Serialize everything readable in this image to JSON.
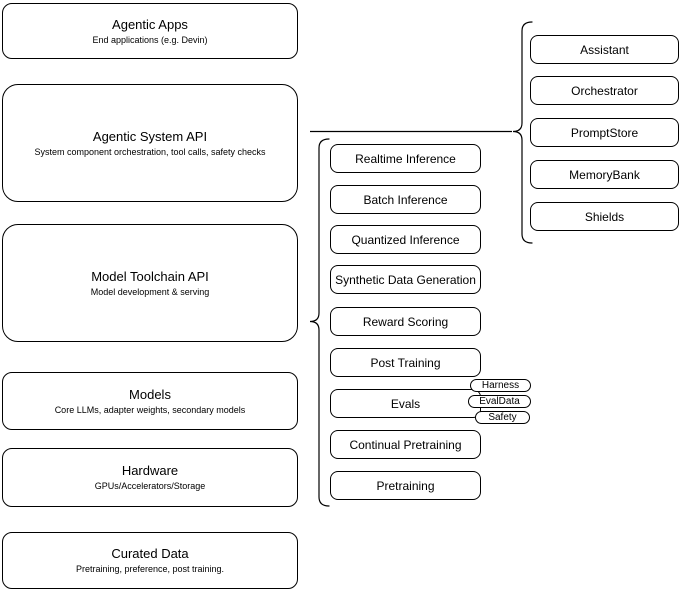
{
  "diagram": {
    "left_stack": [
      {
        "title": "Agentic Apps",
        "subtitle": "End applications (e.g. Devin)"
      },
      {
        "title": "Agentic System API",
        "subtitle": "System component orchestration, tool calls, safety checks"
      },
      {
        "title": "Model Toolchain API",
        "subtitle": "Model development & serving"
      },
      {
        "title": "Models",
        "subtitle": "Core LLMs, adapter weights, secondary models"
      },
      {
        "title": "Hardware",
        "subtitle": "GPUs/Accelerators/Storage"
      },
      {
        "title": "Curated Data",
        "subtitle": "Pretraining, preference, post training."
      }
    ],
    "toolchain_components": [
      "Realtime Inference",
      "Batch Inference",
      "Quantized Inference",
      "Synthetic Data Generation",
      "Reward Scoring",
      "Post Training",
      "Evals",
      "Continual Pretraining",
      "Pretraining"
    ],
    "evals_tags": [
      "Harness",
      "EvalData",
      "Safety"
    ],
    "system_components": [
      "Assistant",
      "Orchestrator",
      "PromptStore",
      "MemoryBank",
      "Shields"
    ],
    "colors": {
      "stroke": "#000000",
      "fill": "#ffffff",
      "background": "#ffffff"
    }
  }
}
